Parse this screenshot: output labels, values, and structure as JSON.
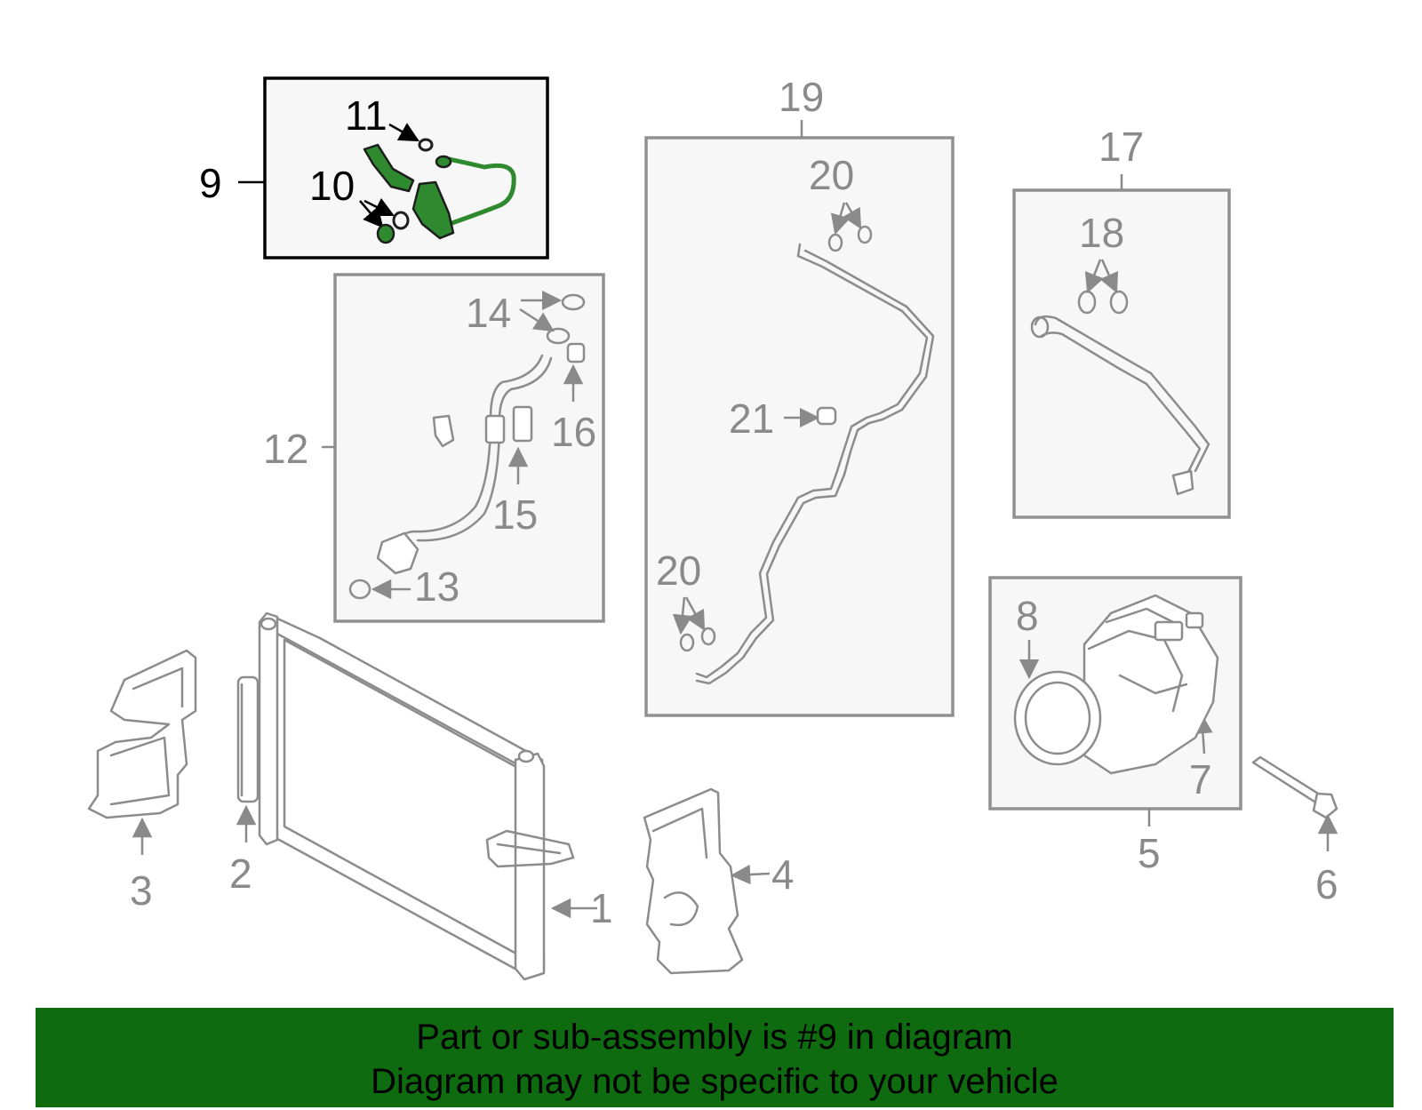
{
  "callouts": {
    "c1": "1",
    "c2": "2",
    "c3": "3",
    "c4": "4",
    "c5": "5",
    "c6": "6",
    "c7": "7",
    "c8": "8",
    "c9": "9",
    "c10": "10",
    "c11": "11",
    "c12": "12",
    "c13": "13",
    "c14": "14",
    "c15": "15",
    "c16": "16",
    "c17": "17",
    "c18": "18",
    "c19": "19",
    "c20a": "20",
    "c20b": "20",
    "c21": "21"
  },
  "highlight": {
    "part": "9",
    "color": "#2f8a2f"
  },
  "banner": {
    "line1": "Part or sub-assembly is #9 in diagram",
    "line2": "Diagram may not be specific to your vehicle",
    "background": "#0f6b0f"
  }
}
